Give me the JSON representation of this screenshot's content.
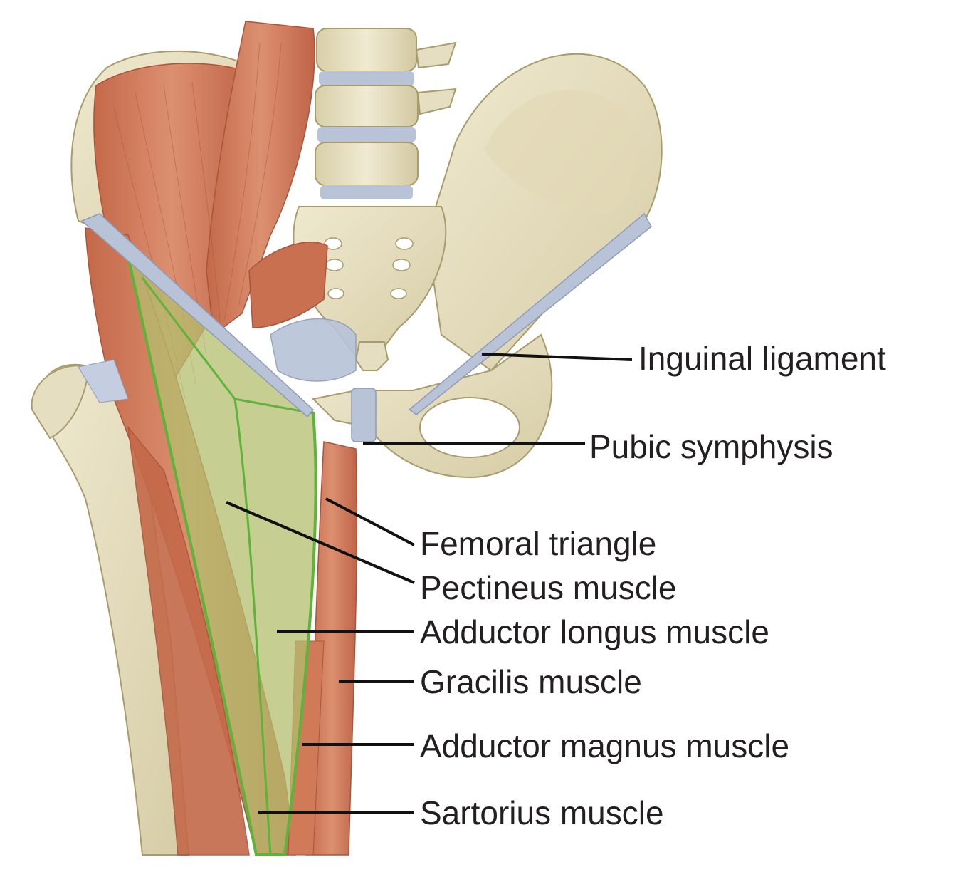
{
  "labels": {
    "inguinal_ligament": "Inguinal ligament",
    "pubic_symphysis": "Pubic symphysis",
    "femoral_triangle": "Femoral triangle",
    "pectineus_muscle": "Pectineus muscle",
    "adductor_longus_muscle": "Adductor longus muscle",
    "gracilis_muscle": "Gracilis muscle",
    "adductor_magnus_muscle": "Adductor magnus muscle",
    "sartorius_muscle": "Sartorius muscle"
  },
  "colors": {
    "bone": "#e8e1c4",
    "bone_shadow": "#c9bf98",
    "muscle": "#cf7d5c",
    "muscle_dark": "#b35f42",
    "ligament": "#b8c3d8",
    "triangle_fill": "#b3bd6e",
    "triangle_outline": "#5eb33a",
    "leader_line": "#111111",
    "label_text": "#231f20"
  }
}
